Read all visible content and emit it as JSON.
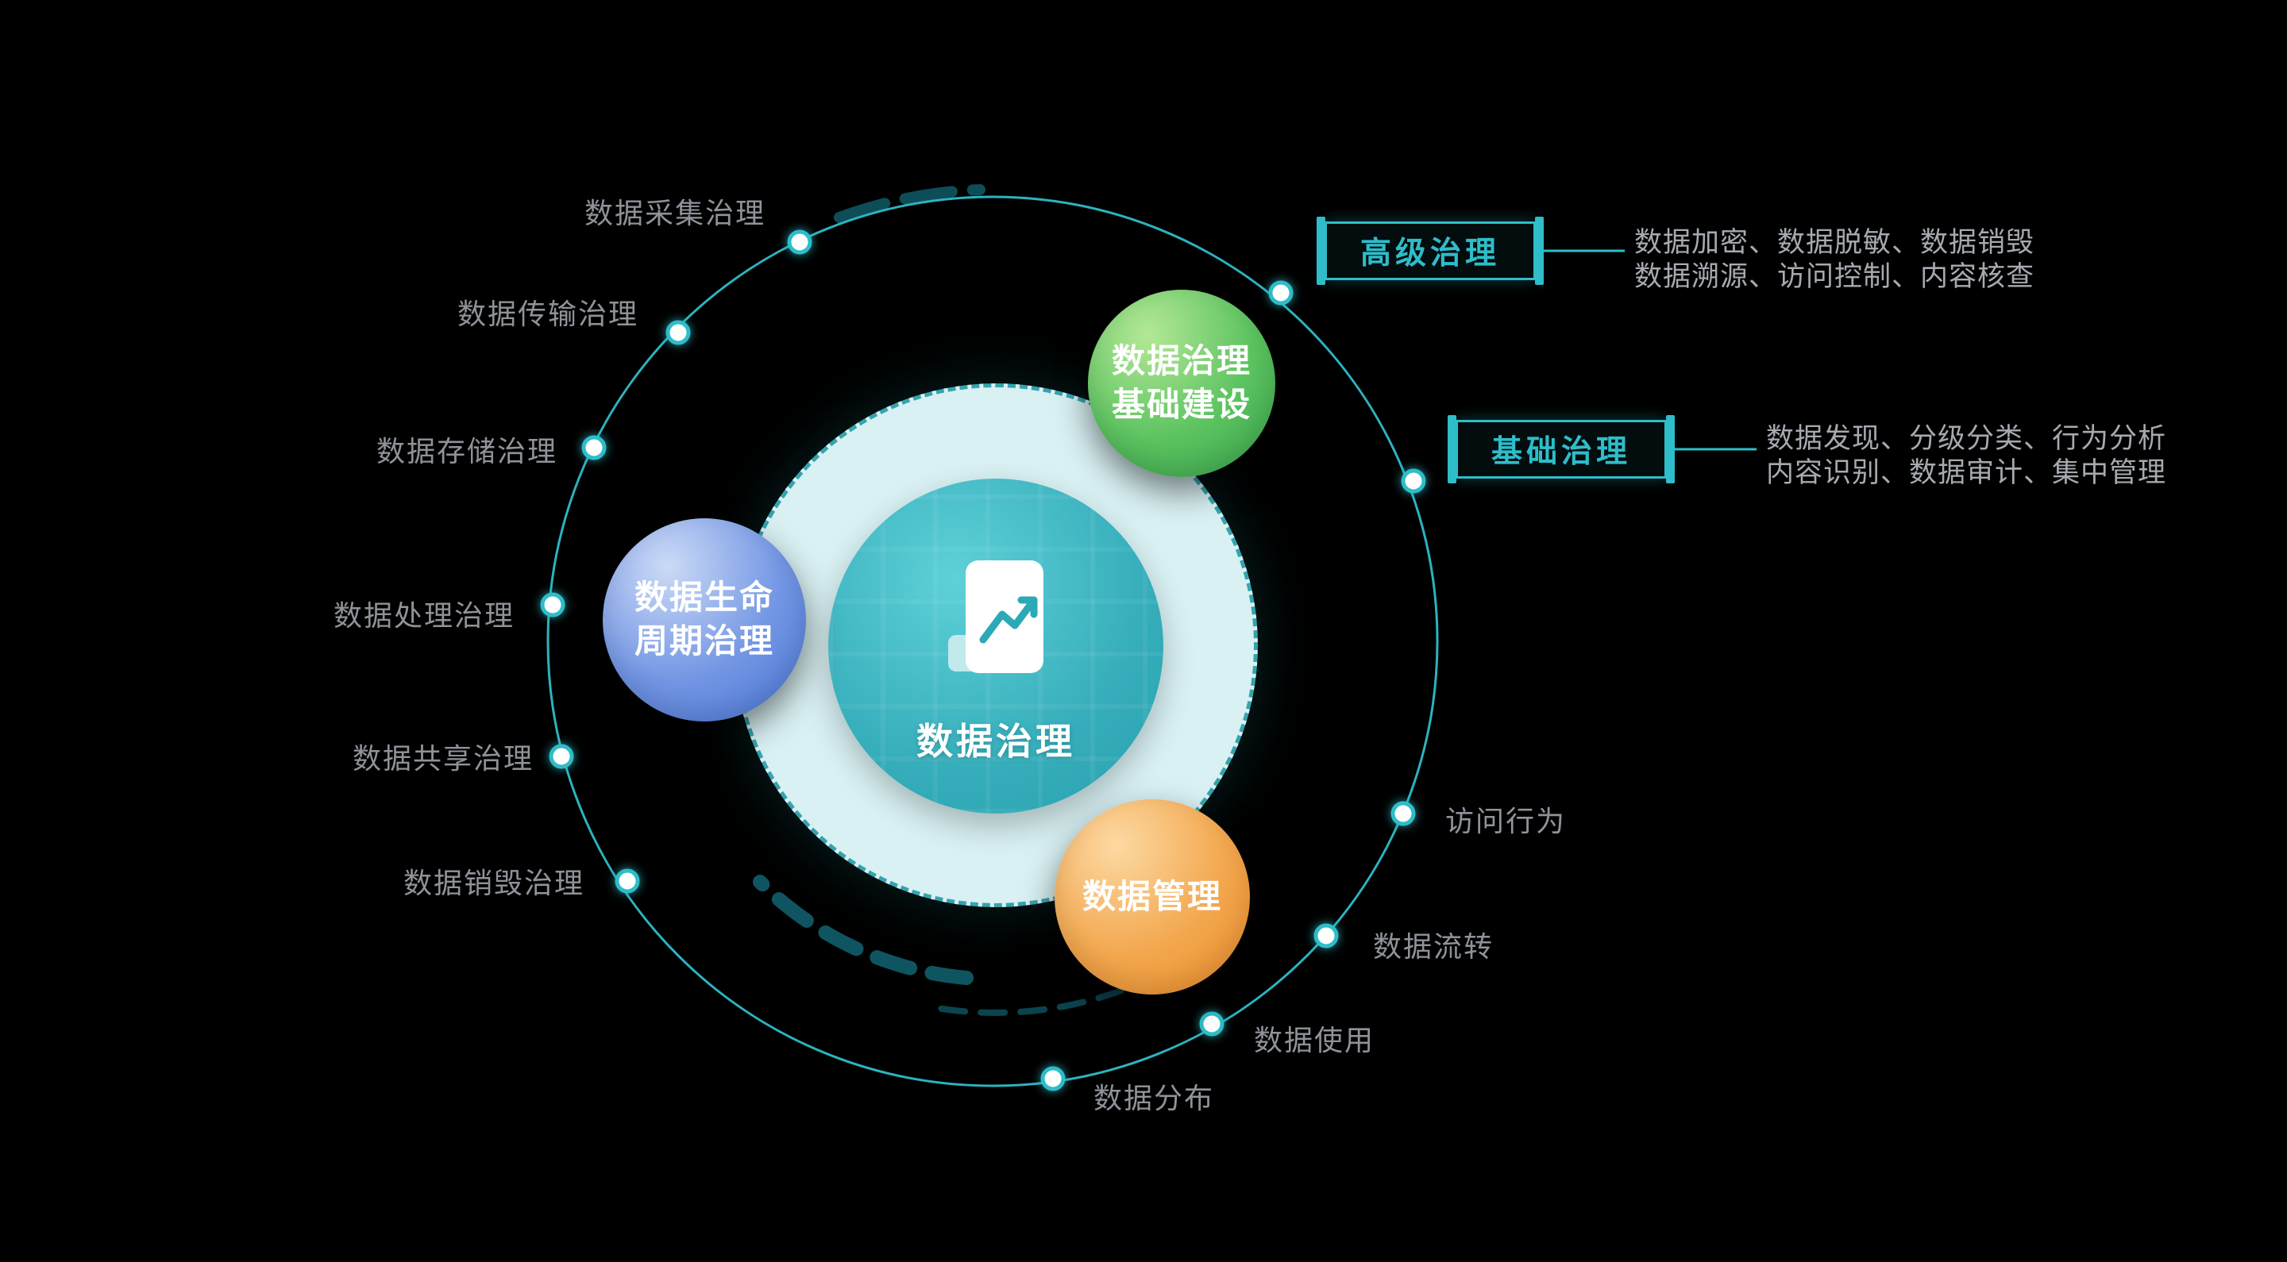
{
  "colors": {
    "background": "#000000",
    "accent": "#2ebdc9",
    "halo": "#d9f1f3",
    "label_gray": "#8f9399",
    "desc_gray": "#a6aab0",
    "bubble_green": "#3aa74e",
    "bubble_blue": "#4c78d8",
    "bubble_orange": "#ec8f2b"
  },
  "center": {
    "label": "数据治理",
    "icon": "chart-document-icon"
  },
  "bubbles": [
    {
      "name": "foundation",
      "lines": [
        "数据治理",
        "基础建设"
      ]
    },
    {
      "name": "lifecycle",
      "lines": [
        "数据生命",
        "周期治理"
      ]
    },
    {
      "name": "management",
      "lines": [
        "数据管理"
      ]
    }
  ],
  "orbit_labels_left": [
    "数据采集治理",
    "数据传输治理",
    "数据存储治理",
    "数据处理治理",
    "数据共享治理",
    "数据销毁治理"
  ],
  "orbit_labels_right": [
    "访问行为",
    "数据流转",
    "数据使用",
    "数据分布"
  ],
  "callouts": [
    {
      "title": "高级治理",
      "desc": [
        "数据加密、数据脱敏、数据销毁",
        "数据溯源、访问控制、内容核查"
      ]
    },
    {
      "title": "基础治理",
      "desc": [
        "数据发现、分级分类、行为分析",
        "内容识别、数据审计、集中管理"
      ]
    }
  ]
}
